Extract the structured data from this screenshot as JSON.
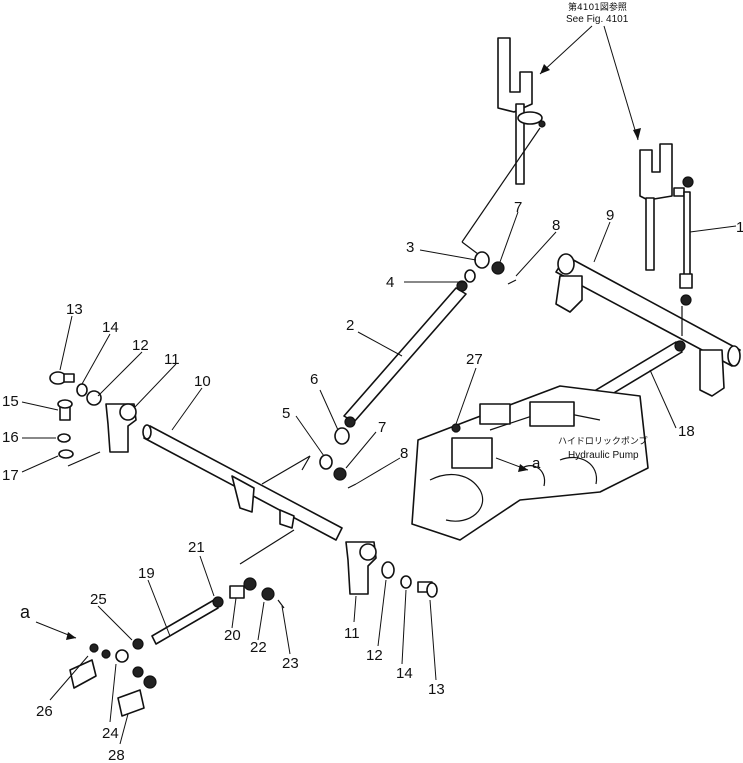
{
  "reference_note": {
    "line1": "第4101図参照",
    "line2": "See Fig. 4101"
  },
  "pump_label": {
    "japanese": "ハイドロリックポンプ",
    "english": "Hydraulic Pump"
  },
  "view_marker": "a",
  "callouts": {
    "c1": "1",
    "c2": "2",
    "c3": "3",
    "c4": "4",
    "c5": "5",
    "c6": "6",
    "c7a": "7",
    "c7b": "7",
    "c8a": "8",
    "c8b": "8",
    "c9": "9",
    "c10": "10",
    "c11a": "11",
    "c11b": "11",
    "c12a": "12",
    "c12b": "12",
    "c13a": "13",
    "c13b": "13",
    "c14a": "14",
    "c14b": "14",
    "c15": "15",
    "c16": "16",
    "c17": "17",
    "c18": "18",
    "c19": "19",
    "c20": "20",
    "c21": "21",
    "c22": "22",
    "c23": "23",
    "c24": "24",
    "c25": "25",
    "c26": "26",
    "c27": "27",
    "c28": "28"
  }
}
